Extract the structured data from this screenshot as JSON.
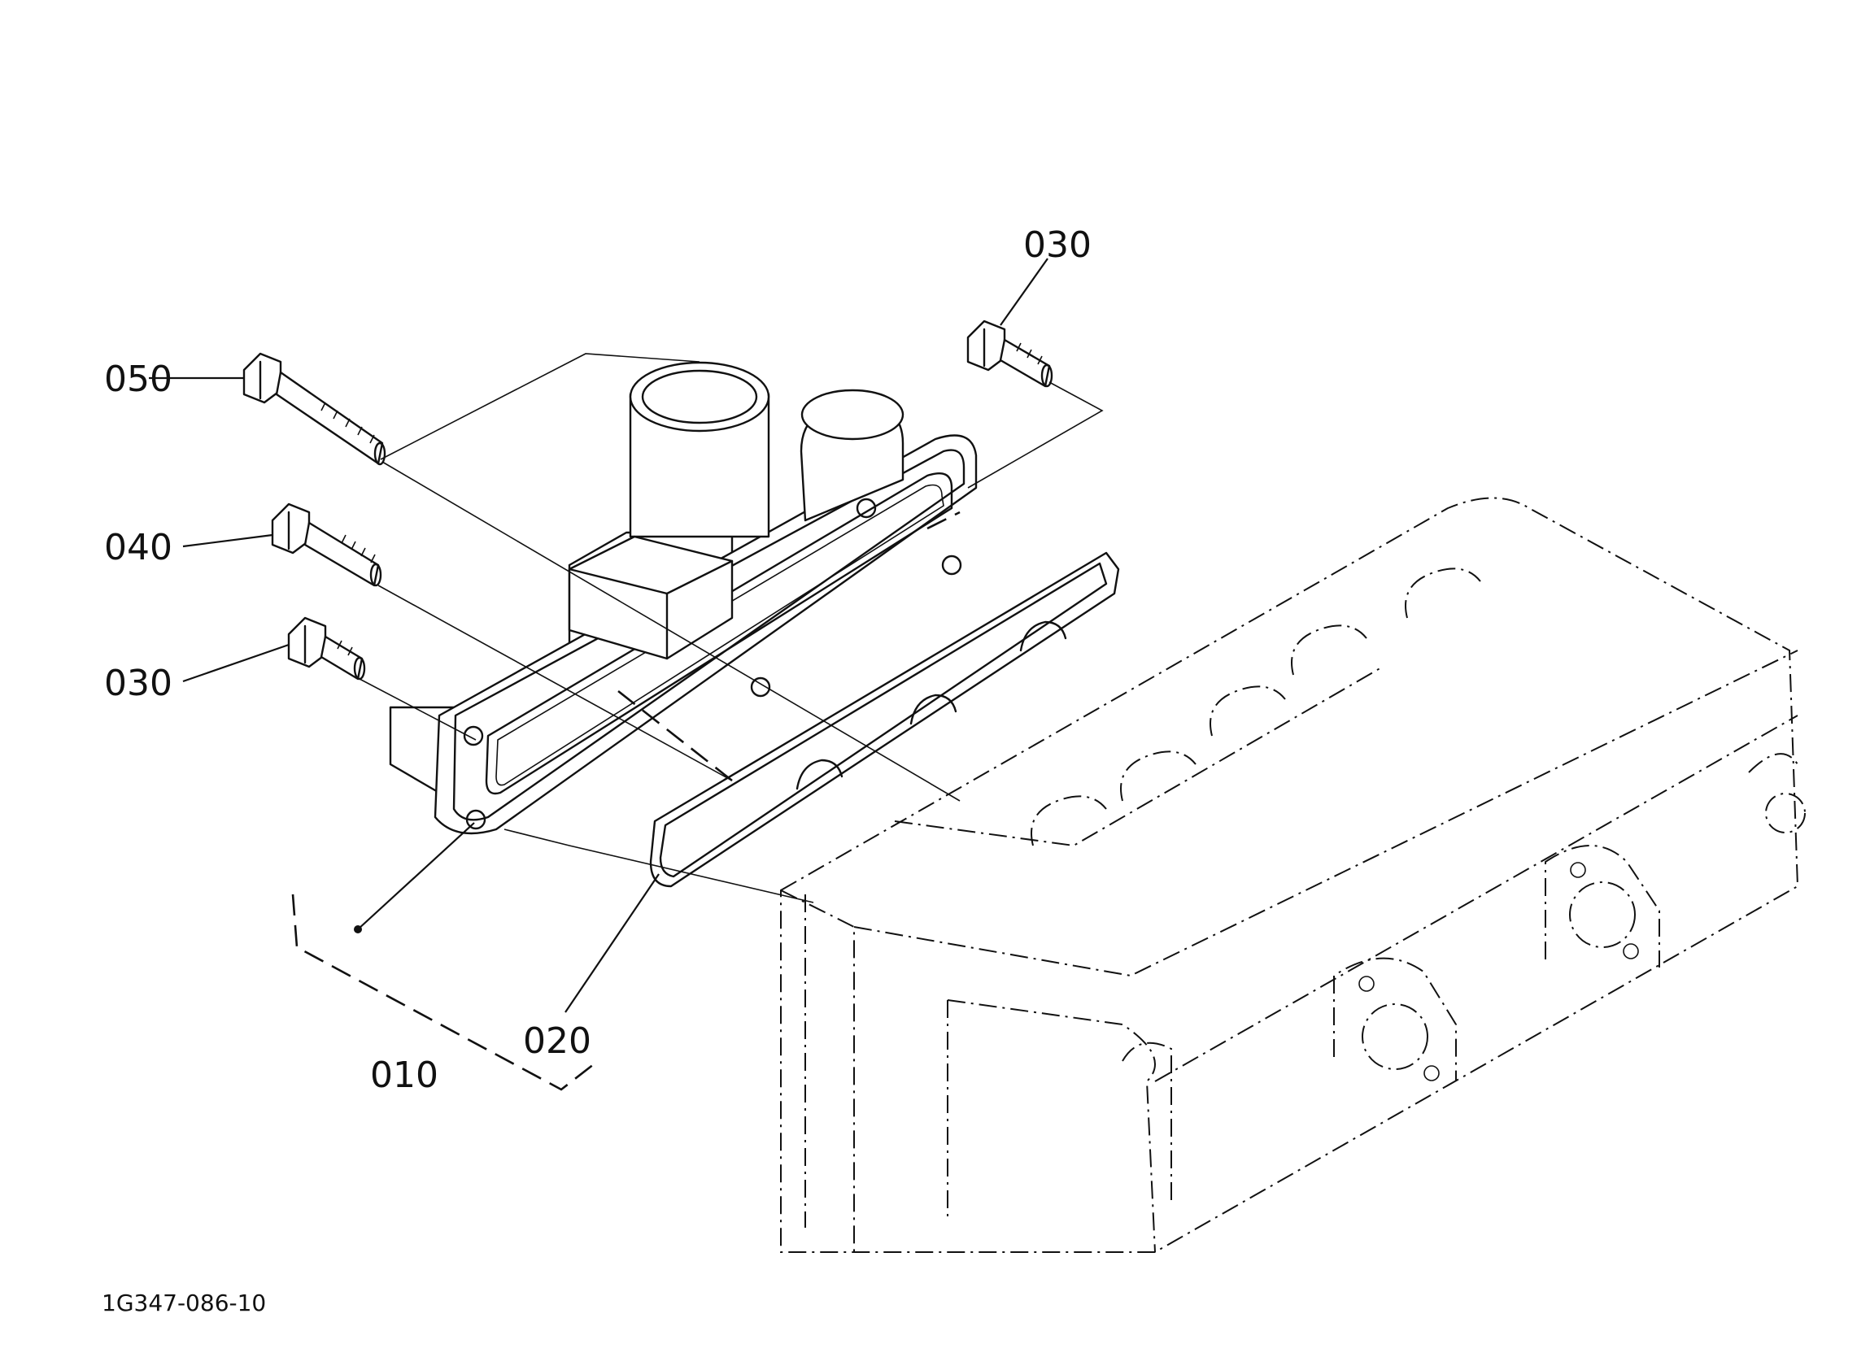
{
  "callouts": {
    "p010": "010",
    "p020": "020",
    "p030_top": "030",
    "p030_left": "030",
    "p040": "040",
    "p050": "050"
  },
  "figure_code": "1G347-086-10"
}
